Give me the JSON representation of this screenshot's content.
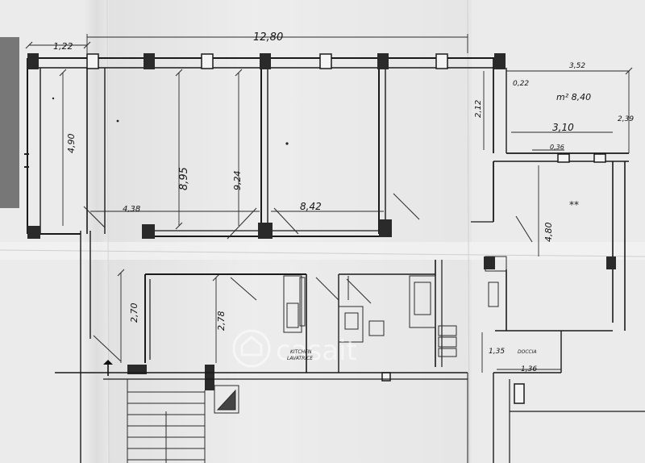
{
  "dimensions": {
    "d_1_22": "1,22",
    "d_12_80": "12,80",
    "d_3_52": "3,52",
    "d_0_22": "0,22",
    "d_area": "m² 8,40",
    "d_2_12": "2,12",
    "d_2_39": "2,39",
    "d_3_10": "3,10",
    "d_0_36": "0,36",
    "d_4_90": "4,90",
    "d_8_95": "8,95",
    "d_9_24": "9,24",
    "d_4_38": "4,38",
    "d_8_42": "8,42",
    "d_4_80": "4,80",
    "d_2_70": "2,70",
    "d_2_78": "2,78",
    "d_1_35": "1,35",
    "d_1_36": "1,36"
  },
  "labels": {
    "kitchen_line1": "KITCHEN",
    "kitchen_line2": "LAVATRICE",
    "shower": "DOCCIA",
    "marker": "**"
  },
  "watermark": {
    "brand": "casait"
  },
  "colors": {
    "paper": "#ededed",
    "ink": "#1a1a1a",
    "sidebar_gray": "#777777"
  }
}
